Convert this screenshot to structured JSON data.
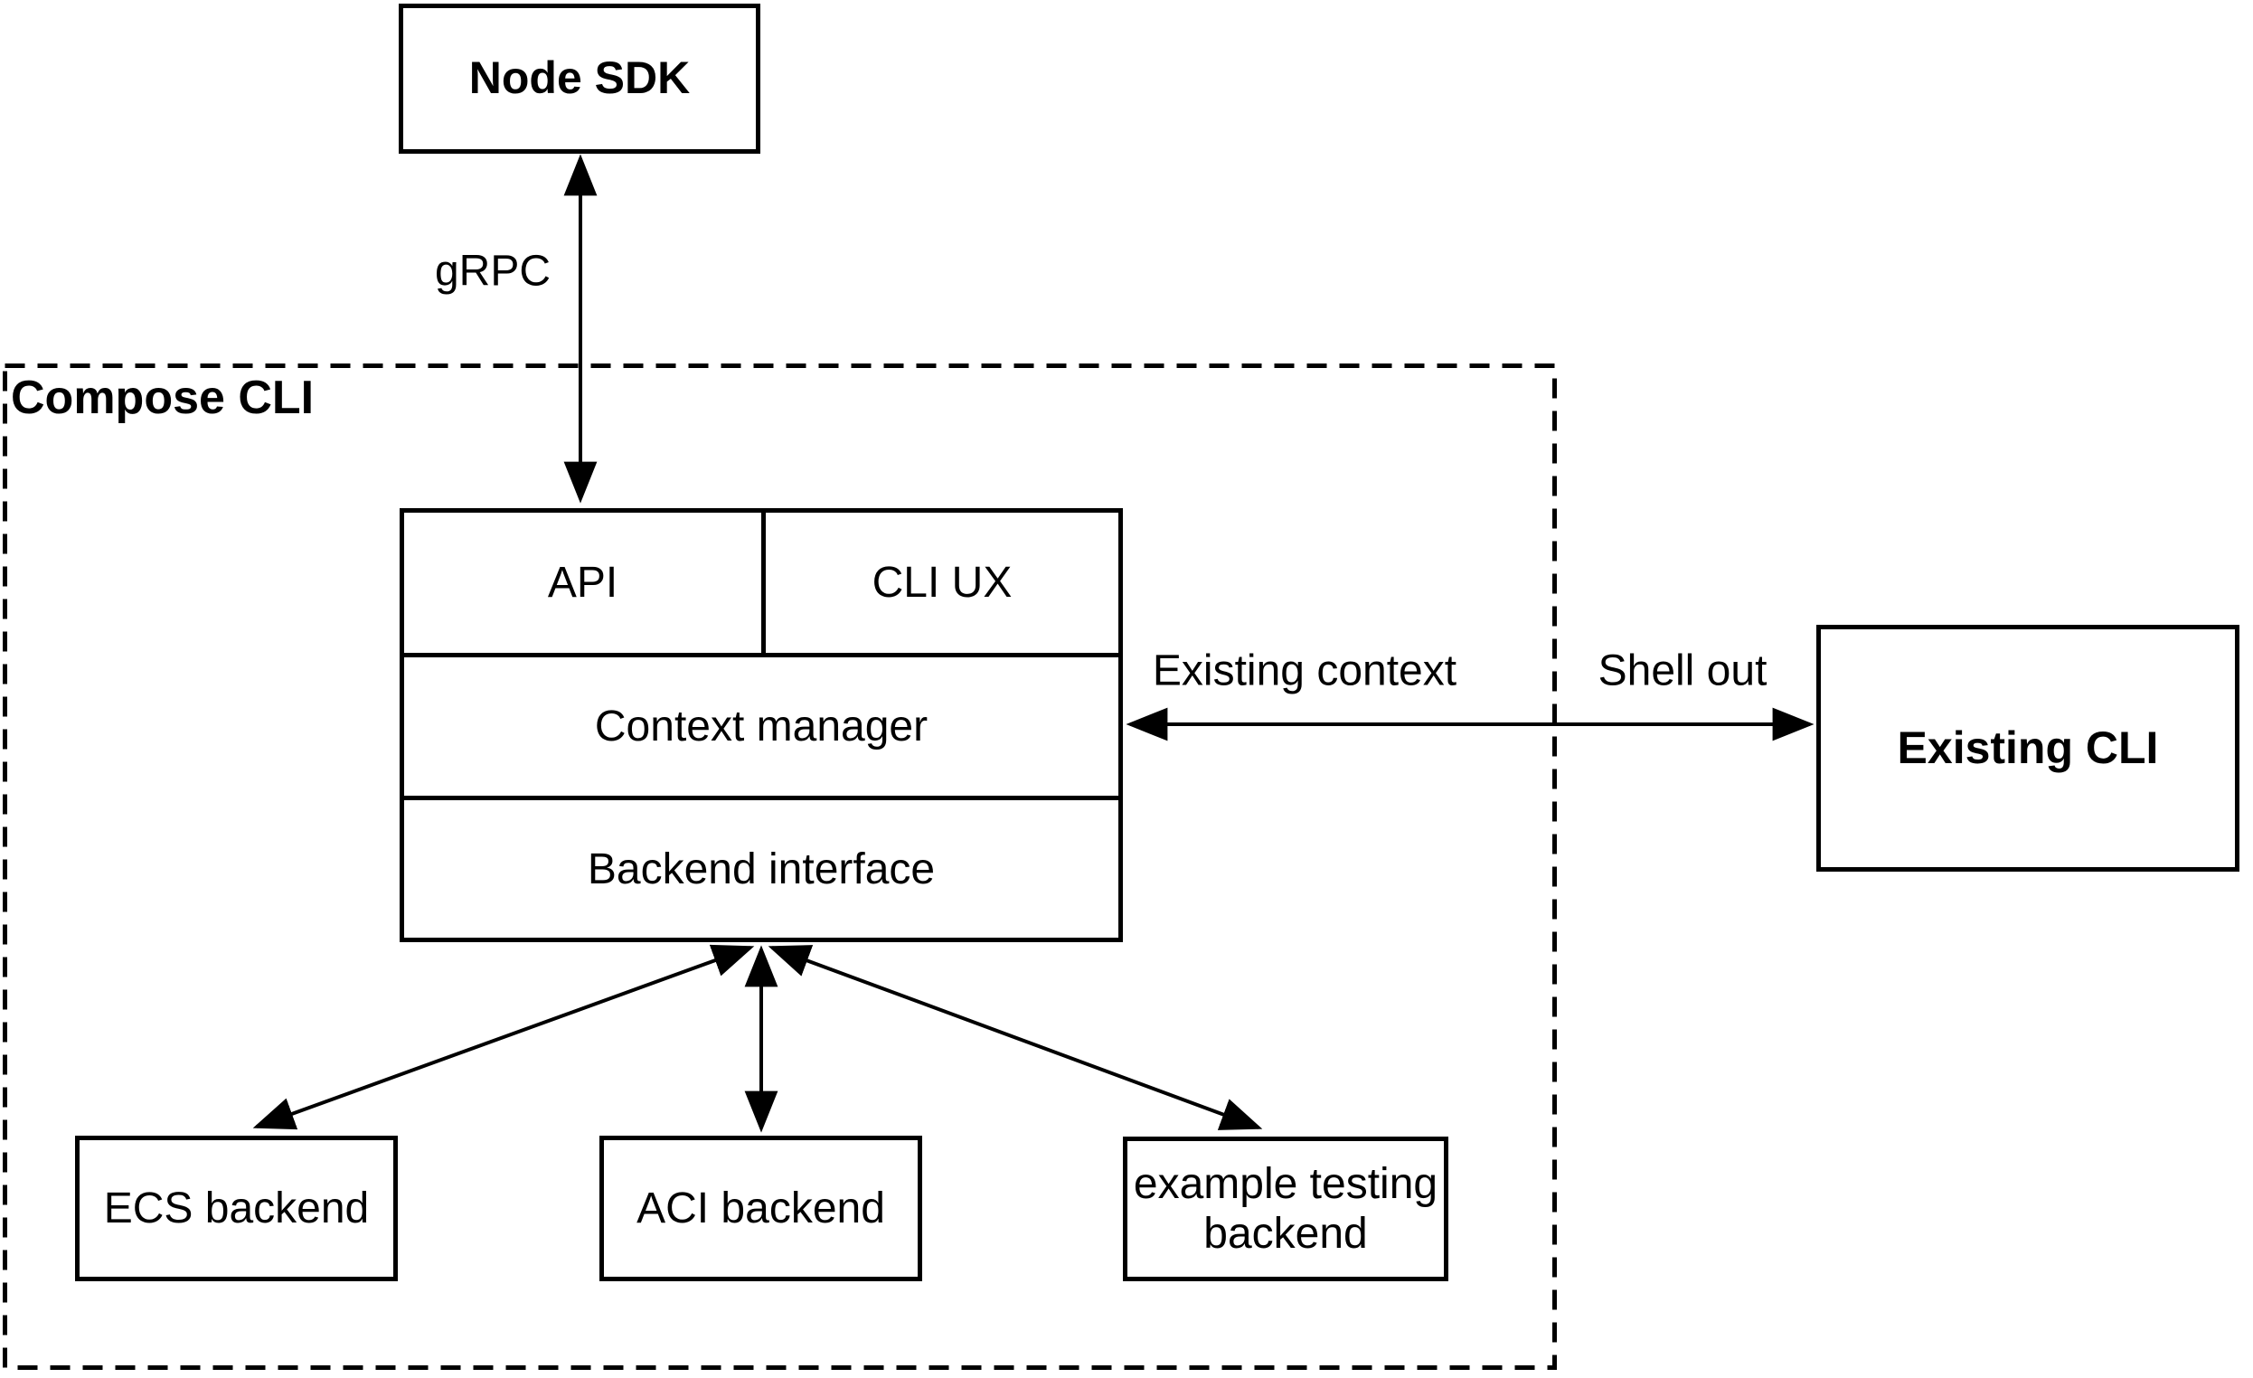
{
  "diagram": {
    "background": "#ffffff",
    "stroke_color": "#000000",
    "fill_color": "#ffffff",
    "container": {
      "label": "Compose CLI"
    },
    "nodes": {
      "node_sdk": {
        "label": "Node SDK"
      },
      "api": {
        "label": "API"
      },
      "cli_ux": {
        "label": "CLI UX"
      },
      "context_manager": {
        "label": "Context manager"
      },
      "backend_interface": {
        "label": "Backend interface"
      },
      "existing_cli": {
        "label": "Existing CLI"
      },
      "ecs_backend": {
        "label": "ECS backend"
      },
      "aci_backend": {
        "label": "ACI backend"
      },
      "example_testing_backend": {
        "label": "example testing\nbackend"
      }
    },
    "edge_labels": {
      "grpc": "gRPC",
      "existing_context": "Existing context",
      "shell_out": "Shell out"
    }
  }
}
